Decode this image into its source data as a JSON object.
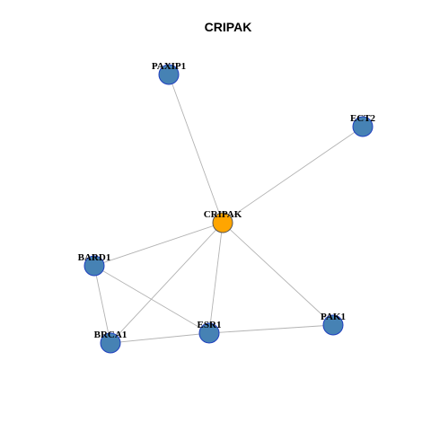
{
  "title": "CRIPAK",
  "colors": {
    "edge": "#b3b3b3",
    "node_default": "#4682b4",
    "node_default_stroke": "#1f3fbf",
    "node_center": "#ffa500",
    "node_center_stroke": "#555555",
    "label": "#000000"
  },
  "nodes": [
    {
      "id": "PAXIP1",
      "label": "PAXIP1",
      "center": false
    },
    {
      "id": "ECT2",
      "label": "ECT2",
      "center": false
    },
    {
      "id": "CRIPAK",
      "label": "CRIPAK",
      "center": true
    },
    {
      "id": "BARD1",
      "label": "BARD1",
      "center": false
    },
    {
      "id": "PAK1",
      "label": "PAK1",
      "center": false
    },
    {
      "id": "ESR1",
      "label": "ESR1",
      "center": false
    },
    {
      "id": "BRCA1",
      "label": "BRCA1",
      "center": false
    }
  ],
  "edges": [
    {
      "source": "CRIPAK",
      "target": "PAXIP1"
    },
    {
      "source": "CRIPAK",
      "target": "ECT2"
    },
    {
      "source": "CRIPAK",
      "target": "BARD1"
    },
    {
      "source": "CRIPAK",
      "target": "BRCA1"
    },
    {
      "source": "CRIPAK",
      "target": "ESR1"
    },
    {
      "source": "CRIPAK",
      "target": "PAK1"
    },
    {
      "source": "BARD1",
      "target": "BRCA1"
    },
    {
      "source": "BARD1",
      "target": "ESR1"
    },
    {
      "source": "BRCA1",
      "target": "ESR1"
    },
    {
      "source": "ESR1",
      "target": "PAK1"
    }
  ]
}
